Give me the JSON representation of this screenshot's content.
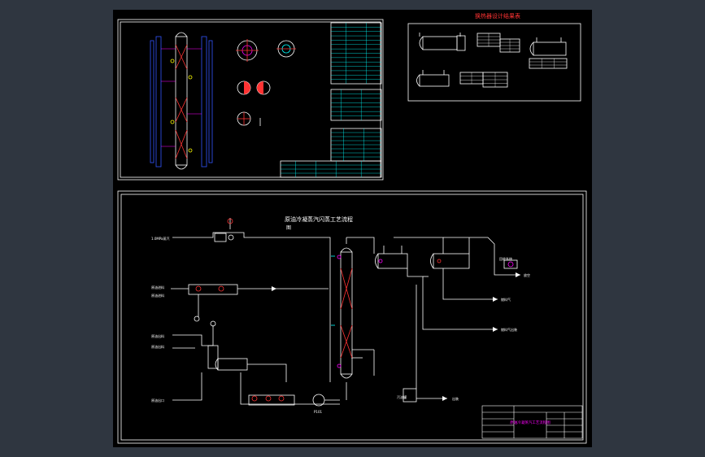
{
  "viewport": {
    "background": "#2f3640",
    "sheet_color": "#000000"
  },
  "colors": {
    "line": "#ffffff",
    "cyan": "#00ffff",
    "magenta": "#ff00ff",
    "red": "#ff3333",
    "blue": "#3355ff",
    "yellow": "#ffff00",
    "green": "#33ff33"
  },
  "panel_top_right": {
    "title": "换热器设计结果表"
  },
  "panel_bottom": {
    "title": "原油冷凝蒸汽闪蒸工艺流程",
    "title_suffix": "图",
    "labels": {
      "left_1": "1.0MPa蒸汽",
      "left_2": "原油进料",
      "left_3": "原油进料",
      "left_4": "原油出料",
      "left_5": "原油出料",
      "left_6": "原油出口",
      "right_1": "放空",
      "right_2": "燃料气",
      "right_3": "燃料气出装",
      "right_4": "回收系统",
      "bottom_1": "污油罐",
      "bottom_2": "出装",
      "pump": "P101"
    },
    "title_block": {
      "drawing_name": "原油冷凝蒸汽工艺流程图"
    }
  }
}
